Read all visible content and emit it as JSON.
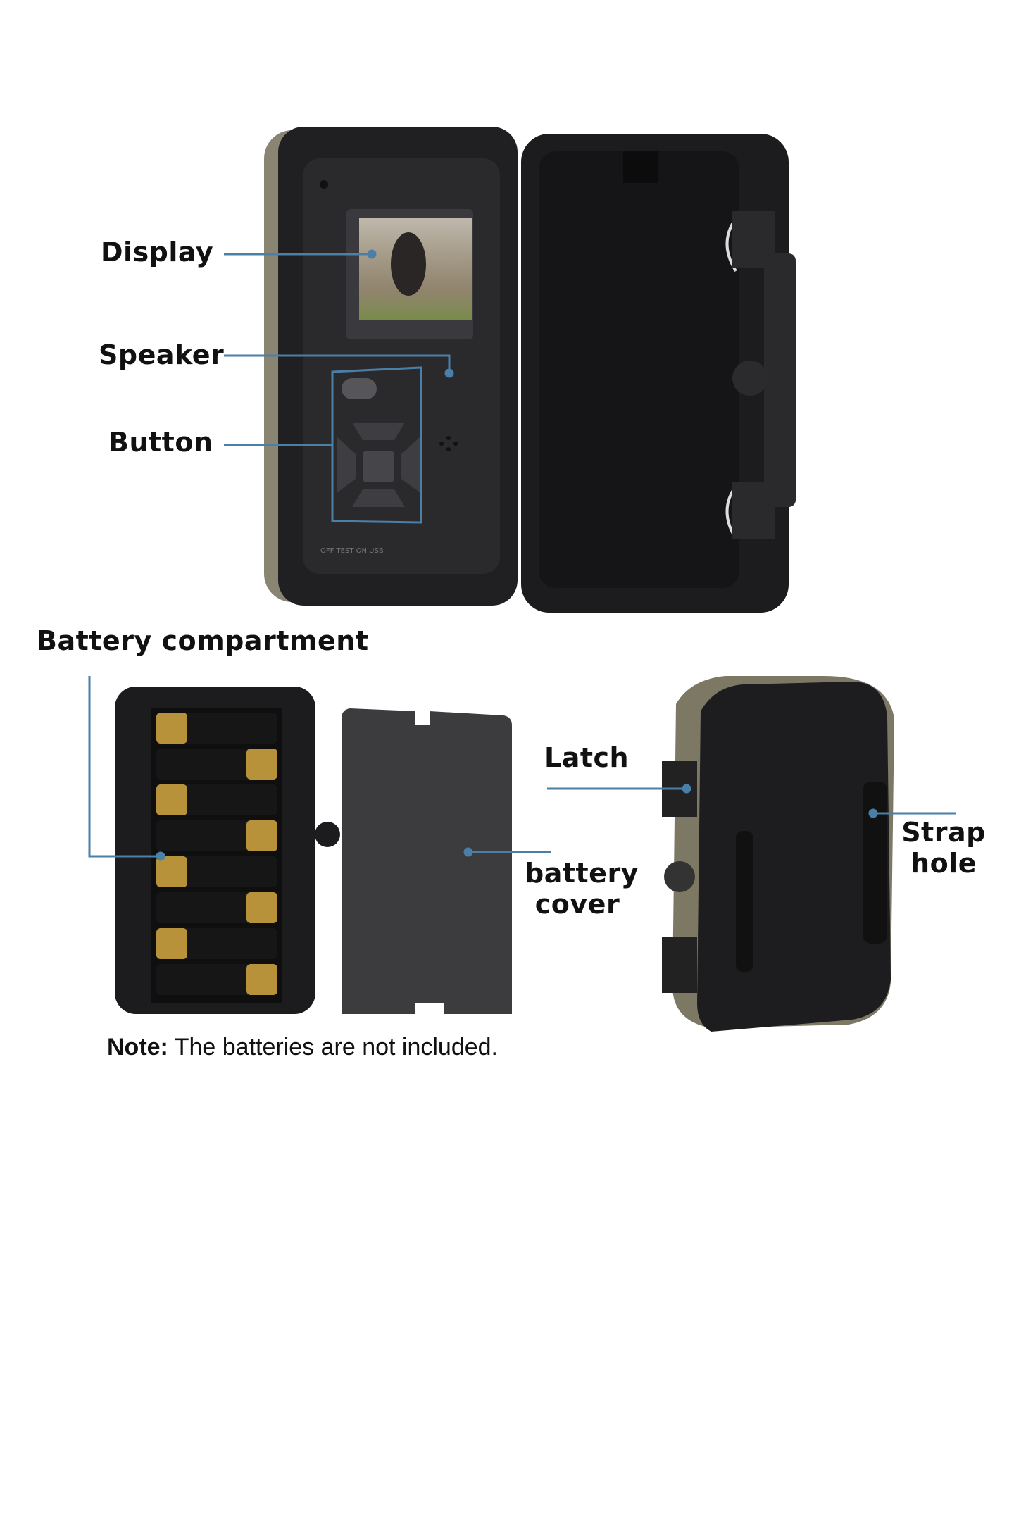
{
  "labels": {
    "display": "Display",
    "speaker": "Speaker",
    "button": "Button",
    "battery_compartment": "Battery compartment",
    "latch": "Latch",
    "battery_cover_line1": "battery",
    "battery_cover_line2": "cover",
    "strap_hole_line1": "Strap",
    "strap_hole_line2": "hole"
  },
  "note": {
    "prefix": "Note:",
    "text": " The batteries are not included."
  },
  "colors": {
    "callout_line": "#4a7fa8",
    "body": "#1c1c1e",
    "battery_gold": "#b8923a"
  }
}
